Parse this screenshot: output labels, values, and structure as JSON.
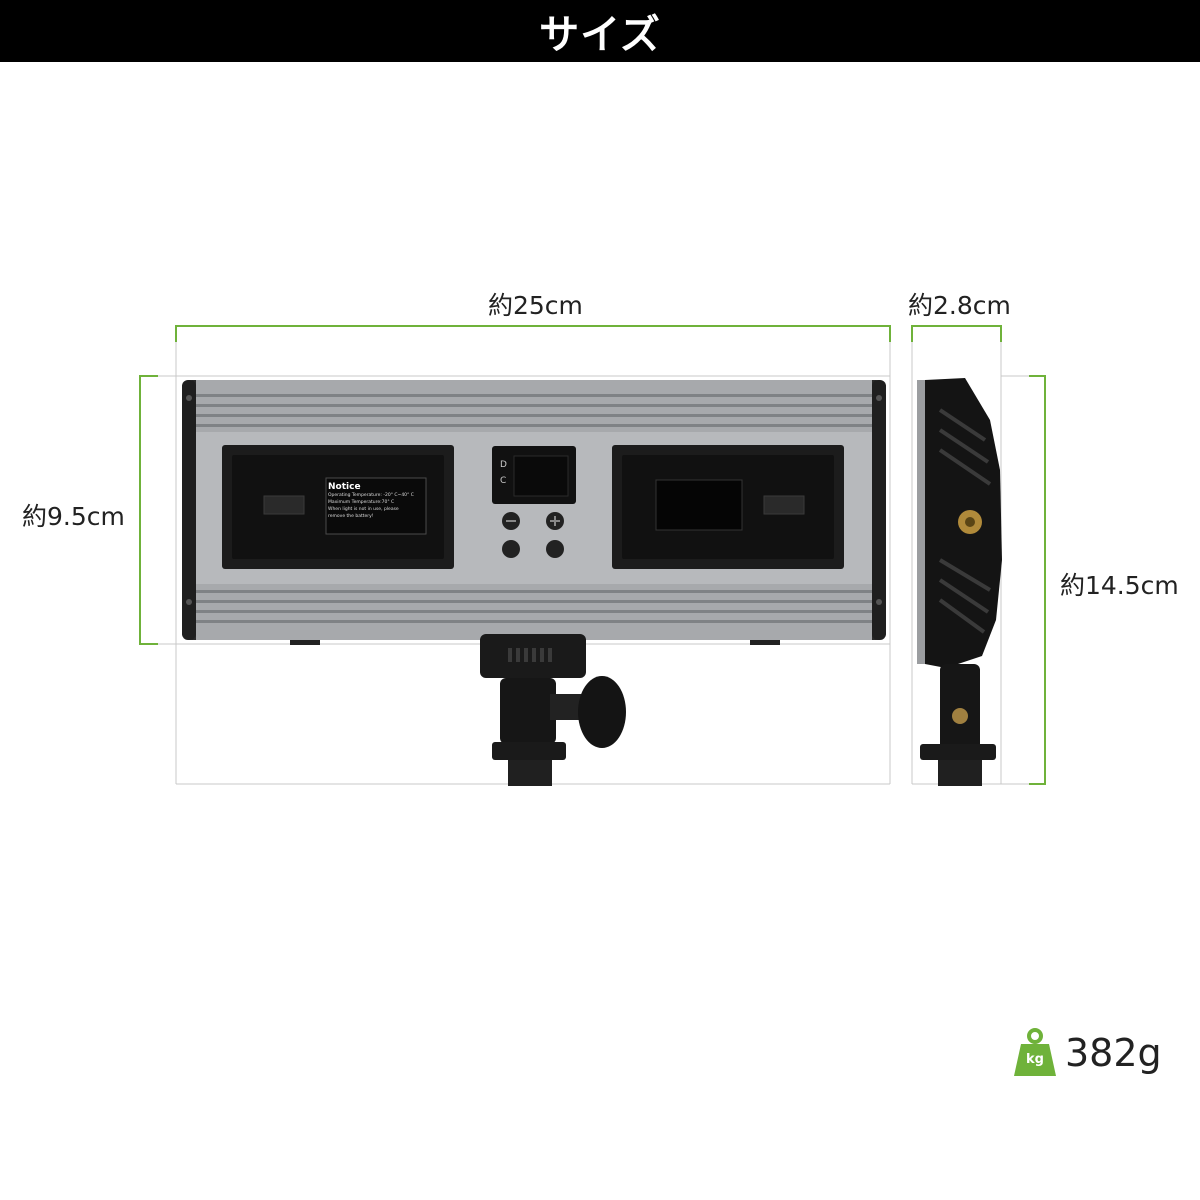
{
  "header": {
    "title": "サイズ"
  },
  "dimensions": {
    "width_front": "約25cm",
    "depth_side": "約2.8cm",
    "height_body": "約9.5cm",
    "height_total": "約14.5cm"
  },
  "device": {
    "notice_title": "Notice",
    "notice_line1": "Operating Temperature: -20° C~40° C",
    "notice_line2": "Maximum Temperature:70° C",
    "notice_line3": "When light is not in use, please",
    "notice_line4": "remove the battery!",
    "display_label_top": "D",
    "display_label_bottom": "C"
  },
  "weight": {
    "icon_text": "kg",
    "value": "382g"
  },
  "colors": {
    "accent_green": "#6fb23a",
    "header_bg": "#000000"
  }
}
